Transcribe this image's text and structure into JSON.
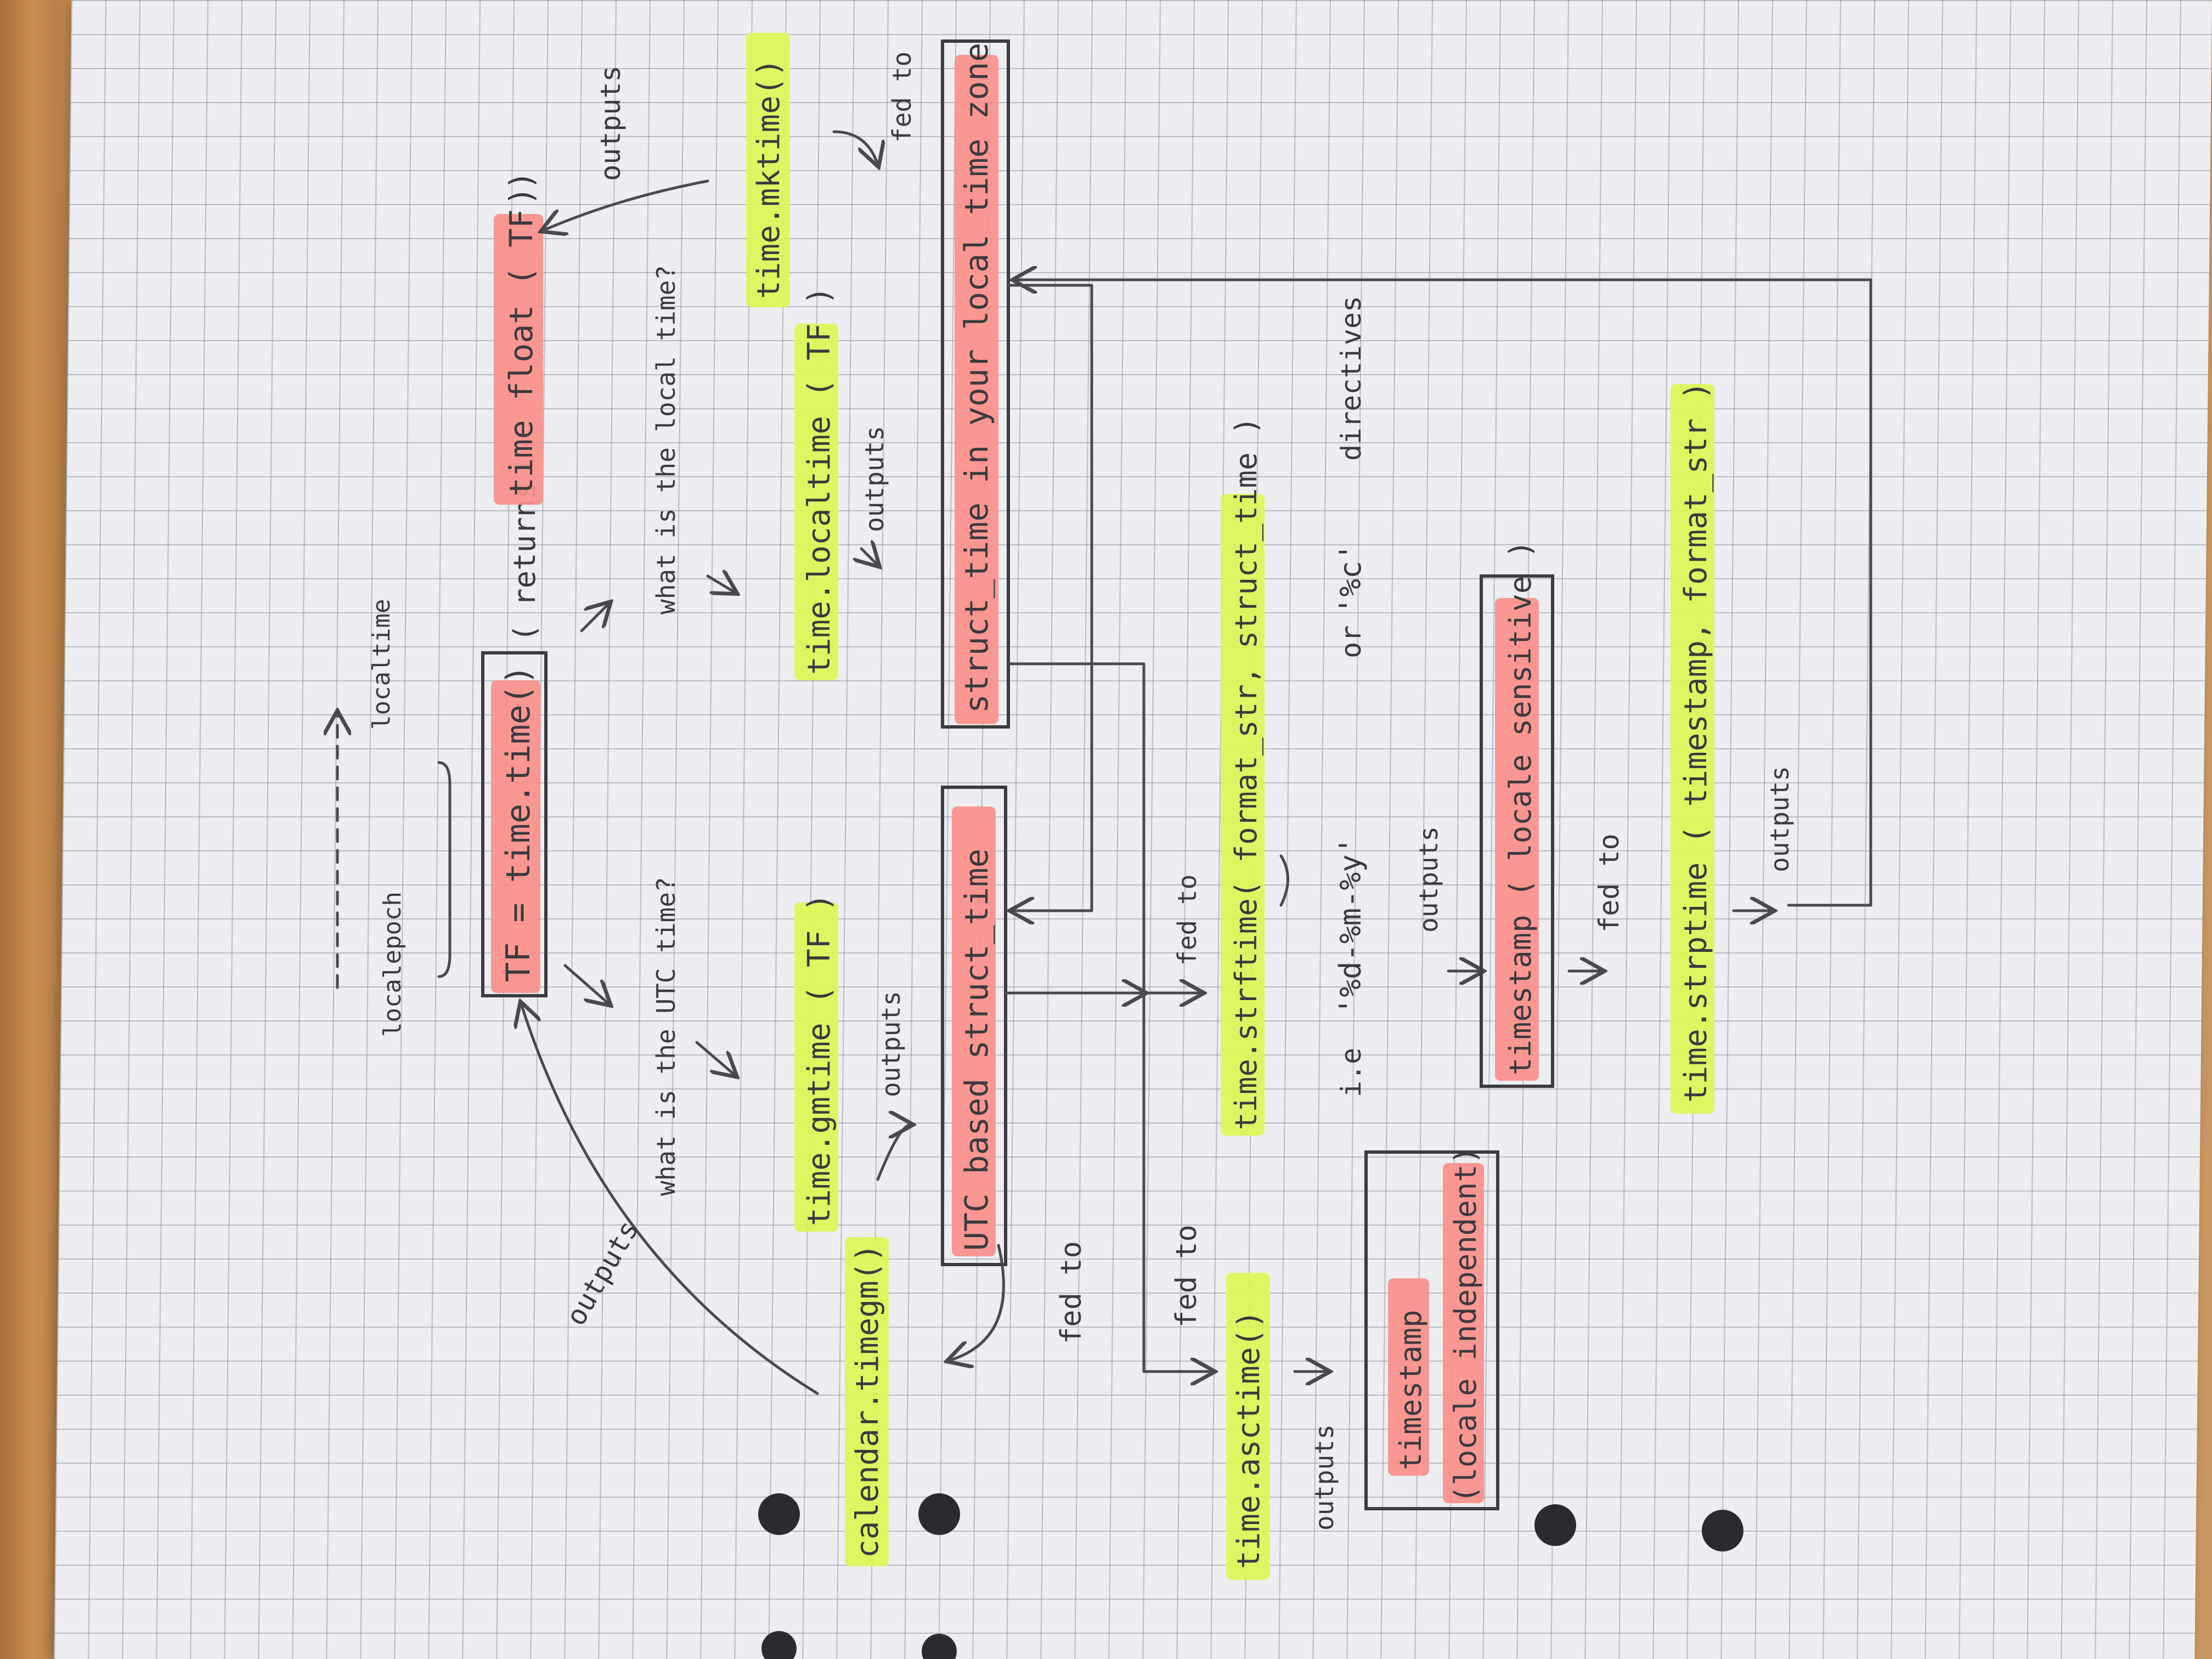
{
  "notes": {
    "localepoch": "localepoch",
    "localtime": "localtime",
    "tf_assign": "TF = time.time()",
    "returns_prefix": "( returns",
    "returns_hl": "time float ( TF )",
    "returns_suffix": ")",
    "outputs": "outputs",
    "utc_question": "what is the UTC time?",
    "local_question": "what is the local time?",
    "gmtime": "time.gmtime ( TF )",
    "localtime_call": "time.localtime ( TF )",
    "mktime": "time.mktime()",
    "utc_struct": "UTC based struct_time",
    "local_struct": "struct_time in your local time zone",
    "fed_to": "fed to",
    "timegm": "calendar.timegm()",
    "asctime": "time.asctime()",
    "strftime": "time.strftime( format_str, struct_time )",
    "directives_prefix": "i.e",
    "directive_1": "'%d-%m-%y'",
    "directive_or": "or",
    "directive_2": "'%c'",
    "directives_suffix": "directives",
    "timestamp_independent_1": "timestamp",
    "timestamp_independent_2": "(locale independent)",
    "timestamp_sensitive": "timestamp ( locale sensitive )",
    "strptime": "time.strptime ( timestamp, format_str )"
  },
  "colors": {
    "pink_highlight": "#fb8f8a",
    "green_highlight": "#d9f857",
    "ink": "#3a3a3e",
    "paper": "#eceef1"
  }
}
